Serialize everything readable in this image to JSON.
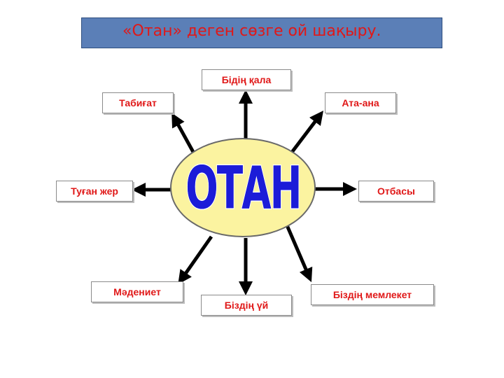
{
  "title": "«Отан» деген сөзге ой шақыру.",
  "center": "ОТАН",
  "nodes": {
    "top": "Бідің қала",
    "top_left": "Табиғат",
    "top_right": "Ата-ана",
    "left": "Туған жер",
    "right": "Отбасы",
    "bottom_left": "Мәдениет",
    "bottom": "Біздің үй",
    "bottom_right": "Біздің мемлекет"
  },
  "colors": {
    "title_bar": "#5b7fb7",
    "title_text": "#e01818",
    "node_text": "#e01818",
    "ellipse_fill": "#fbf3a0",
    "center_text": "#1c1cd8",
    "arrow": "#000000"
  }
}
